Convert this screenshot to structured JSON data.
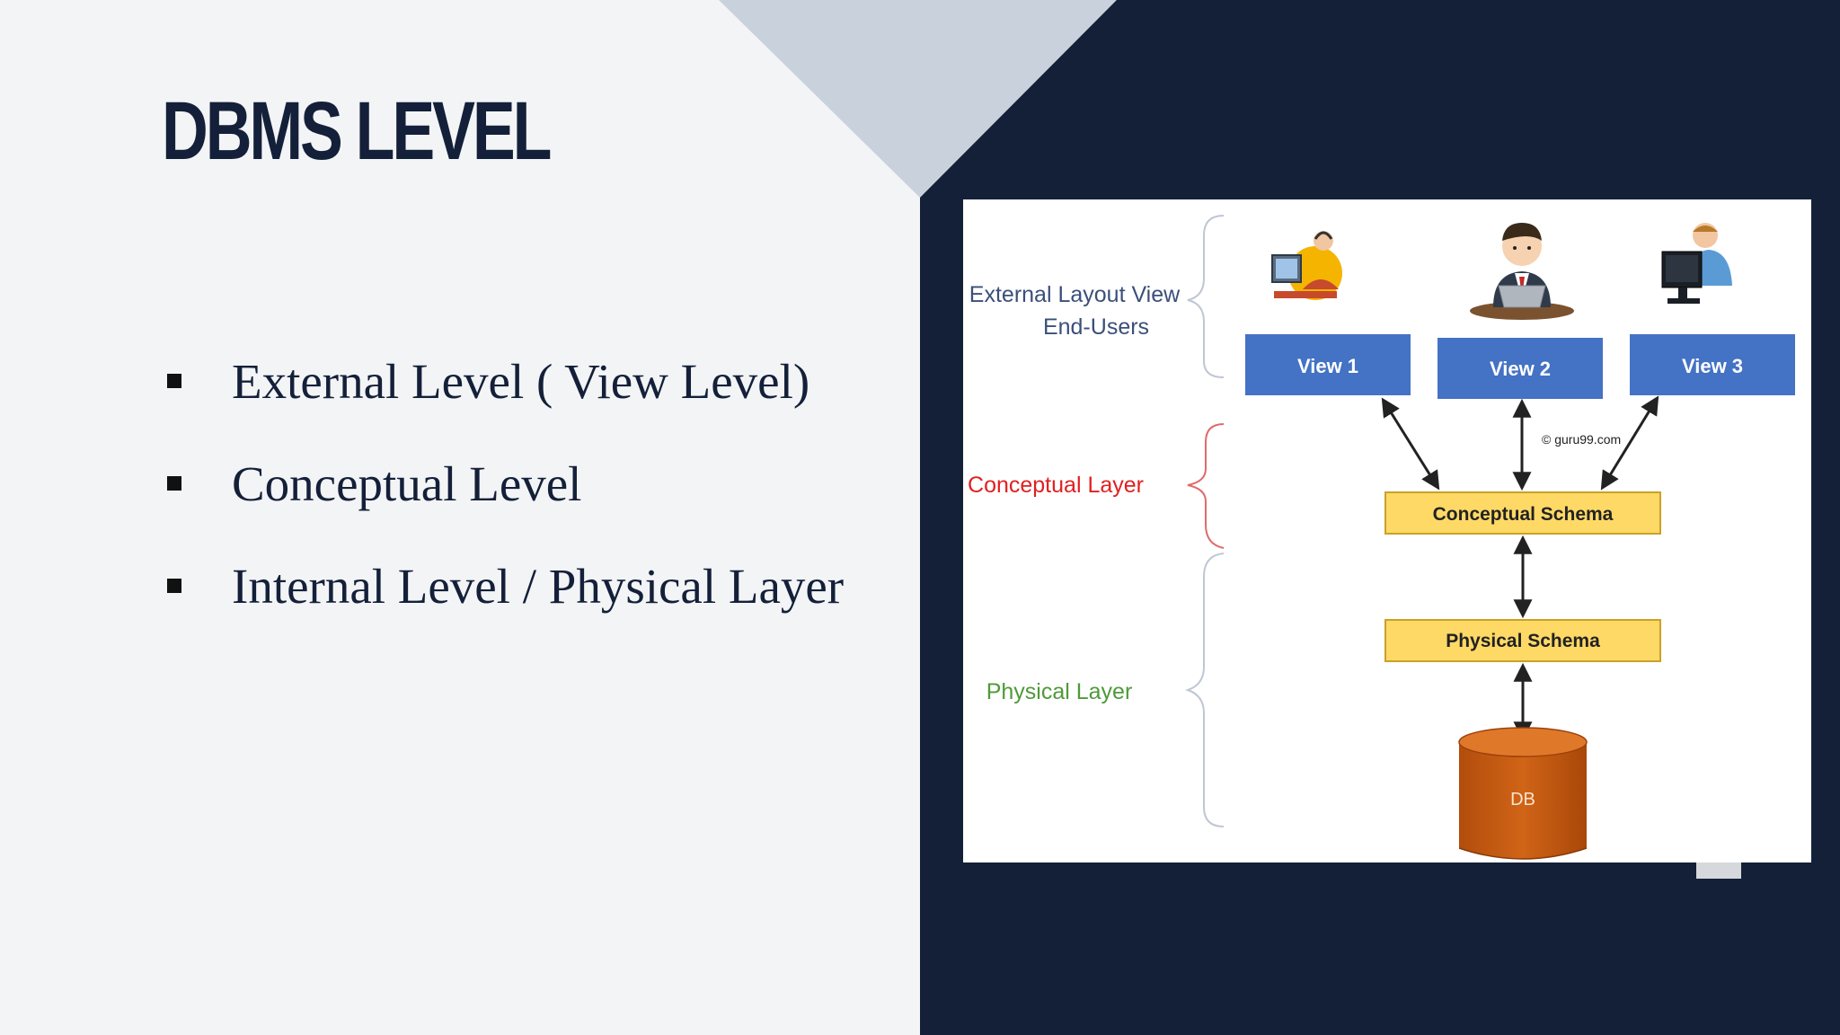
{
  "slide": {
    "title": "DBMS LEVEL",
    "bullets": [
      "External Level  ( View Level)",
      "Conceptual Level",
      "Internal Level / Physical Layer"
    ]
  },
  "diagram": {
    "external_label_line1": "External Layout View",
    "external_label_line2": "End-Users",
    "conceptual_label": "Conceptual Layer",
    "physical_label": "Physical Layer",
    "views": [
      "View 1",
      "View 2",
      "View 3"
    ],
    "conceptual_schema": "Conceptual Schema",
    "physical_schema": "Physical Schema",
    "db": "DB",
    "watermark": "© guru99.com"
  },
  "colors": {
    "navy": "#132038",
    "light_bg": "#f3f4f6",
    "triangle": "#c9d2dc",
    "view_box": "#4472c4",
    "schema_box": "#ffd966",
    "db": "#c55a11",
    "external_text": "#3a4f7a",
    "conceptual_text": "#e02020",
    "physical_text": "#4e9a3a"
  }
}
